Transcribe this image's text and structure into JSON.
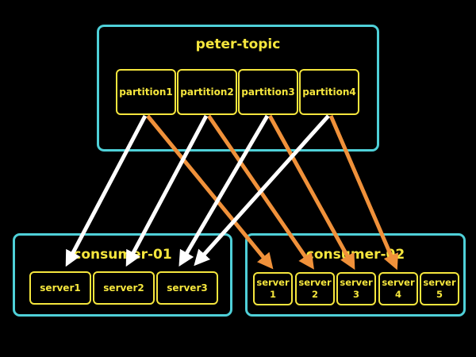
{
  "topic": {
    "title": "peter-topic",
    "partitions": [
      "partition1",
      "partition2",
      "partition3",
      "partition4"
    ]
  },
  "consumer_01": {
    "title": "consumer-01",
    "servers": [
      "server1",
      "server2",
      "server3"
    ]
  },
  "consumer_02": {
    "title": "consumer-02",
    "servers": [
      {
        "line1": "server",
        "line2": "1"
      },
      {
        "line1": "server",
        "line2": "2"
      },
      {
        "line1": "server",
        "line2": "3"
      },
      {
        "line1": "server",
        "line2": "4"
      },
      {
        "line1": "server",
        "line2": "5"
      }
    ]
  },
  "colors": {
    "background": "#000000",
    "group_border": "#4fd0d8",
    "node_color": "#f5e63d",
    "arrow_consumer_01": "#ffffff",
    "arrow_consumer_02": "#f0913a"
  }
}
